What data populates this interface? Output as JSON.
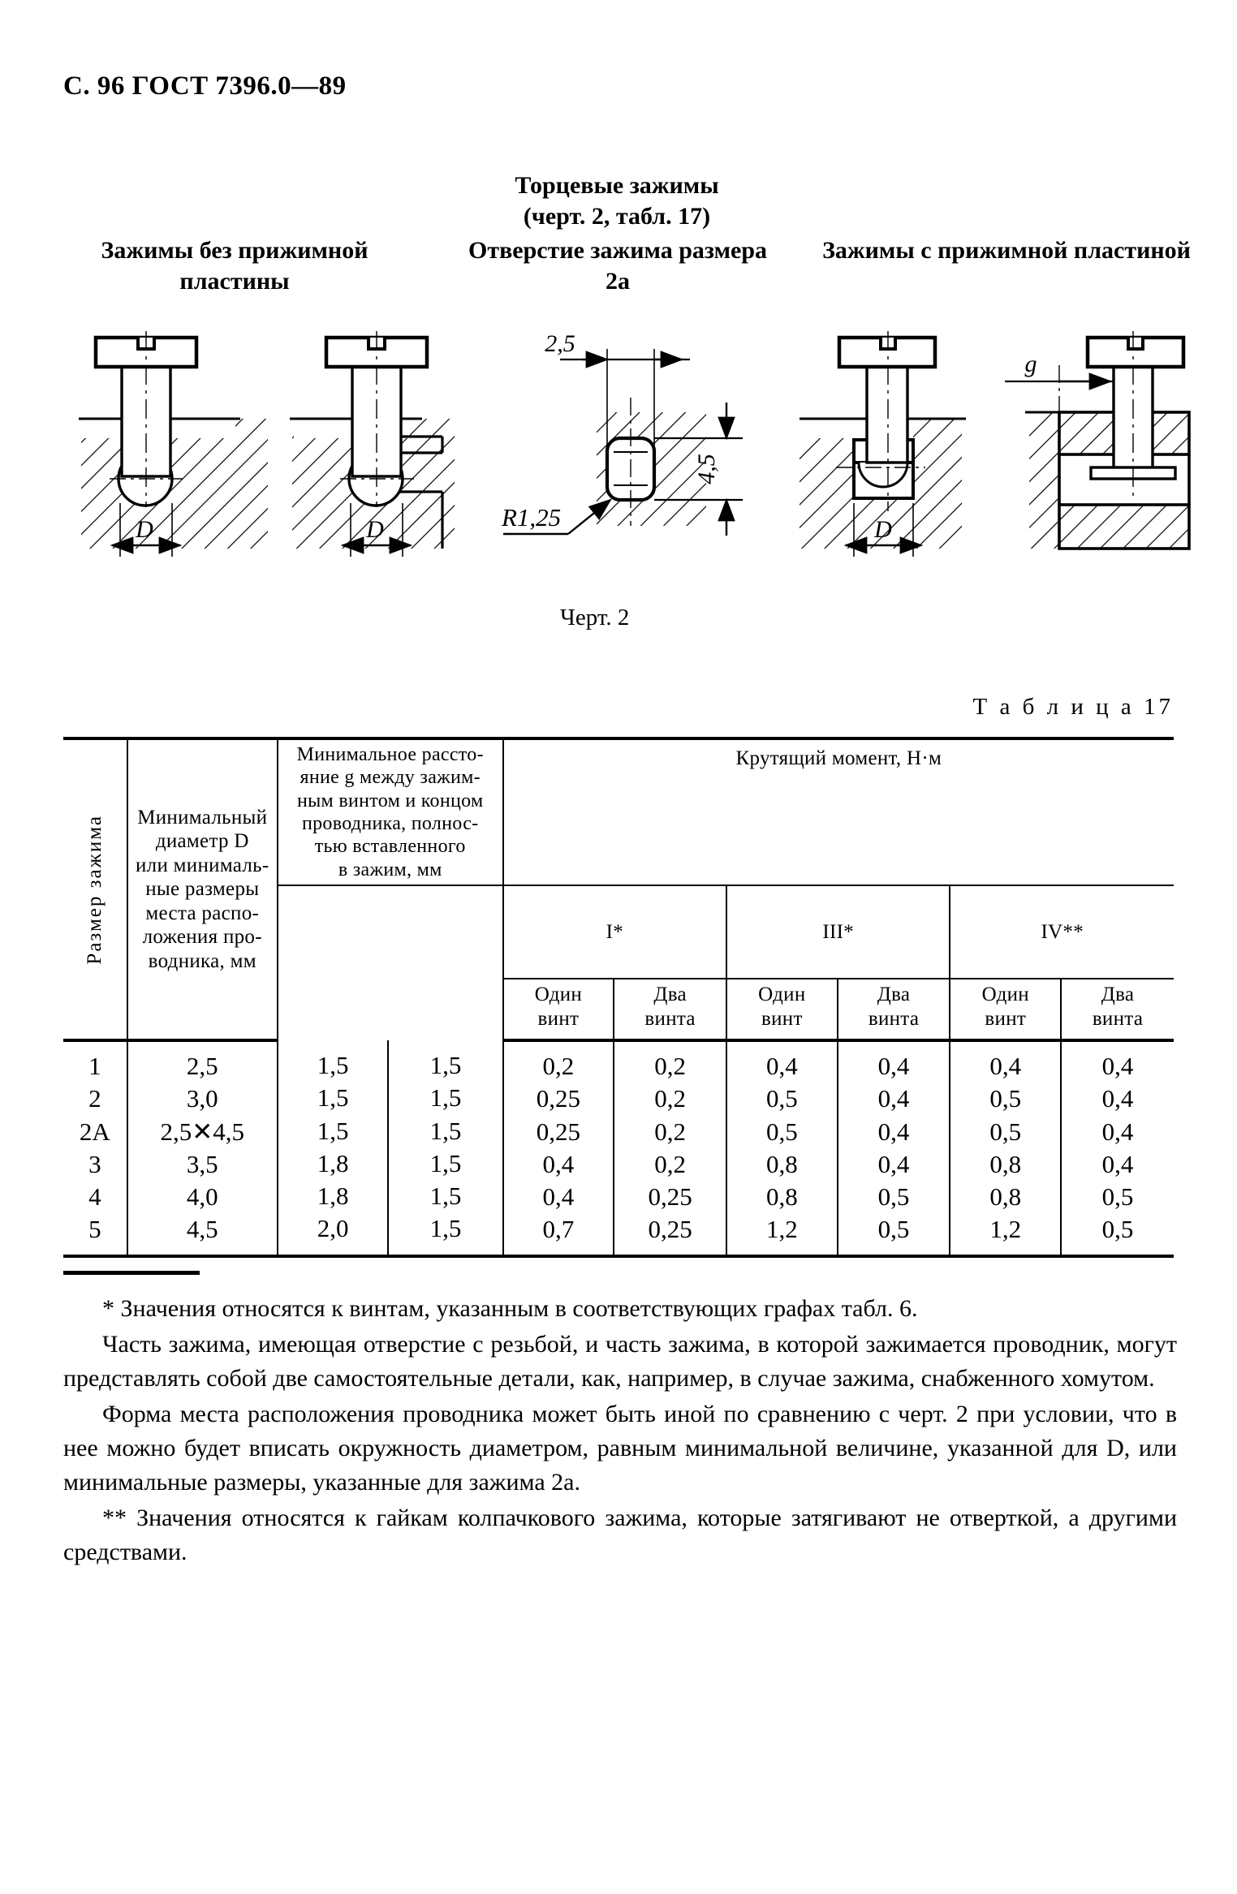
{
  "header": {
    "page_mark": "С. 96 ГОСТ 7396.0—89"
  },
  "figure": {
    "group_title_line1": "Торцевые зажимы",
    "group_title_line2": "(черт. 2, табл. 17)",
    "col1_title": "Зажимы без прижимной пластины",
    "col2_title": "Отверстие зажима размера 2а",
    "col3_title": "Зажимы с прижимной пластиной",
    "caption": "Черт. 2",
    "labels": {
      "d1": "D",
      "d2": "D",
      "d3": "D",
      "g": "g",
      "width_25": "2,5",
      "height_45": "4,5",
      "radius": "R1,25"
    }
  },
  "table": {
    "label": "Т а б л и ц а  17",
    "headers": {
      "size": "Размер зажима",
      "diameter": "Минимальный диаметр D или минимальные размеры места расположения проводника, мм",
      "diameter_lines": [
        "Минимальный",
        "диаметр D",
        "или минималь-",
        "ные размеры",
        "места распо-",
        "ложения про-",
        "водника, мм"
      ],
      "distance": "Минимальное расстояние g между зажимным винтом и концом проводника, полностью вставленного в зажим, мм",
      "distance_lines": [
        "Минимальное рассто-",
        "яние g между зажим-",
        "ным винтом и концом",
        "проводника, полнос-",
        "тью вставленного",
        "в зажим, мм"
      ],
      "torque": "Крутящий момент, Н·м",
      "torque_groups": [
        "I*",
        "III*",
        "IV**"
      ],
      "one_screw_line1": "Один",
      "one_screw_line2": "винт",
      "two_screws_line1": "Два",
      "two_screws_line2": "винта"
    },
    "rows": [
      {
        "size": "1",
        "diameter": "2,5",
        "dist_one": "1,5",
        "dist_two": "1,5",
        "t1_one": "0,2",
        "t1_two": "0,2",
        "t3_one": "0,4",
        "t3_two": "0,4",
        "t4_one": "0,4",
        "t4_two": "0,4"
      },
      {
        "size": "2",
        "diameter": "3,0",
        "dist_one": "1,5",
        "dist_two": "1,5",
        "t1_one": "0,25",
        "t1_two": "0,2",
        "t3_one": "0,5",
        "t3_two": "0,4",
        "t4_one": "0,5",
        "t4_two": "0,4"
      },
      {
        "size": "2А",
        "diameter": "2,5✕4,5",
        "dist_one": "1,5",
        "dist_two": "1,5",
        "t1_one": "0,25",
        "t1_two": "0,2",
        "t3_one": "0,5",
        "t3_two": "0,4",
        "t4_one": "0,5",
        "t4_two": "0,4"
      },
      {
        "size": "3",
        "diameter": "3,5",
        "dist_one": "1,8",
        "dist_two": "1,5",
        "t1_one": "0,4",
        "t1_two": "0,2",
        "t3_one": "0,8",
        "t3_two": "0,4",
        "t4_one": "0,8",
        "t4_two": "0,4"
      },
      {
        "size": "4",
        "diameter": "4,0",
        "dist_one": "1,8",
        "dist_two": "1,5",
        "t1_one": "0,4",
        "t1_two": "0,25",
        "t3_one": "0,8",
        "t3_two": "0,5",
        "t4_one": "0,8",
        "t4_two": "0,5"
      },
      {
        "size": "5",
        "diameter": "4,5",
        "dist_one": "2,0",
        "dist_two": "1,5",
        "t1_one": "0,7",
        "t1_two": "0,25",
        "t3_one": "1,2",
        "t3_two": "0,5",
        "t4_one": "1,2",
        "t4_two": "0,5"
      }
    ]
  },
  "notes": {
    "note1": "* Значения   относятся к винтам,   указанным в соответствующих графах табл. 6.",
    "note2": "Часть  зажима,  имеющая отверстие с резьбой, и часть  зажима, в которой зажимается проводник, могут представлять собой две самостоятельные детали, как, например, в случае зажима, снабженного хомутом.",
    "note3": "Форма места расположения проводника может быть иной по сравнению  с черт. 2 при  условии, что в нее можно  будет вписать окружность диаметром, равным  минимальной величине, указанной для D, или минимальные размеры, указанные для зажима 2а.",
    "note4": "** Значения относятся к гайкам колпачкового зажима, которые затягивают не отверткой, а другими средствами."
  }
}
